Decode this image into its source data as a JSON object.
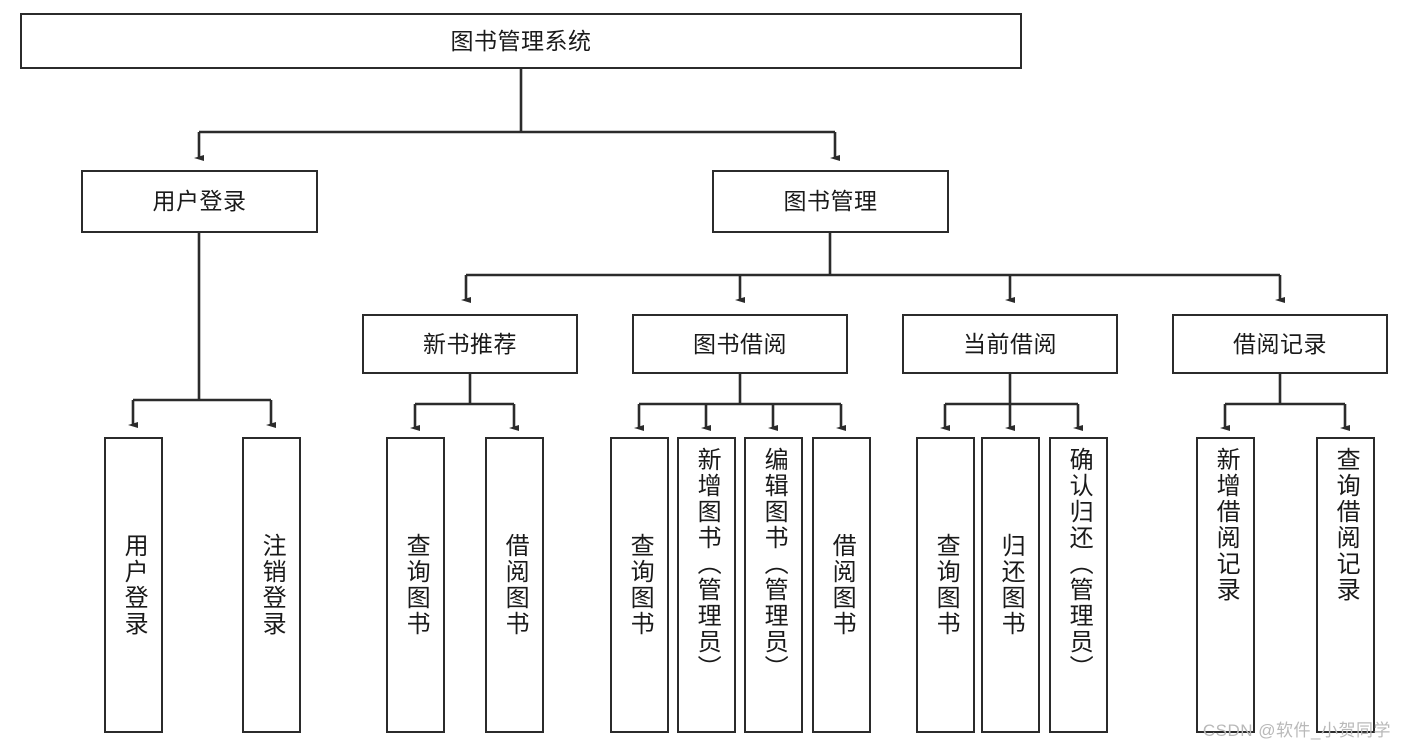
{
  "diagram": {
    "type": "hierarchy-tree",
    "title": "图书管理系统",
    "root": {
      "id": "root",
      "label": "图书管理系统",
      "orientation": "horizontal"
    },
    "level2": [
      {
        "id": "user-login",
        "label": "用户登录",
        "orientation": "horizontal"
      },
      {
        "id": "book-manage",
        "label": "图书管理",
        "orientation": "horizontal"
      }
    ],
    "level3": [
      {
        "id": "new-book-recommend",
        "label": "新书推荐",
        "orientation": "horizontal"
      },
      {
        "id": "book-borrow",
        "label": "图书借阅",
        "orientation": "horizontal"
      },
      {
        "id": "current-borrow",
        "label": "当前借阅",
        "orientation": "horizontal"
      },
      {
        "id": "borrow-record",
        "label": "借阅记录",
        "orientation": "horizontal"
      }
    ],
    "leaves": {
      "user_login": [
        {
          "id": "leaf-user-login",
          "label": "用户登录",
          "orientation": "vertical"
        },
        {
          "id": "leaf-logout-login",
          "label": "注销登录",
          "orientation": "vertical"
        }
      ],
      "new_book_recommend": [
        {
          "id": "leaf-query-book-1",
          "label": "查询图书",
          "orientation": "vertical"
        },
        {
          "id": "leaf-borrow-book-1",
          "label": "借阅图书",
          "orientation": "vertical"
        }
      ],
      "book_borrow": [
        {
          "id": "leaf-query-book-2",
          "label": "查询图书",
          "orientation": "vertical"
        },
        {
          "id": "leaf-add-book",
          "label": "新增图书（管理员）",
          "orientation": "vertical"
        },
        {
          "id": "leaf-edit-book",
          "label": "编辑图书（管理员）",
          "orientation": "vertical"
        },
        {
          "id": "leaf-borrow-book-2",
          "label": "借阅图书",
          "orientation": "vertical"
        }
      ],
      "current_borrow": [
        {
          "id": "leaf-query-book-3",
          "label": "查询图书",
          "orientation": "vertical"
        },
        {
          "id": "leaf-return-book",
          "label": "归还图书",
          "orientation": "vertical"
        },
        {
          "id": "leaf-confirm-return",
          "label": "确认归还（管理员）",
          "orientation": "vertical"
        }
      ],
      "borrow_record": [
        {
          "id": "leaf-add-record",
          "label": "新增借阅记录",
          "orientation": "vertical"
        },
        {
          "id": "leaf-query-record",
          "label": "查询借阅记录",
          "orientation": "vertical"
        }
      ]
    },
    "colors": {
      "border": "#2b2b2b",
      "background": "#ffffff",
      "text": "#1a1a1a",
      "connector": "#2b2b2b",
      "watermark": "#b9b9b9"
    }
  },
  "watermark": {
    "text": "CSDN @软件_小贺同学"
  }
}
